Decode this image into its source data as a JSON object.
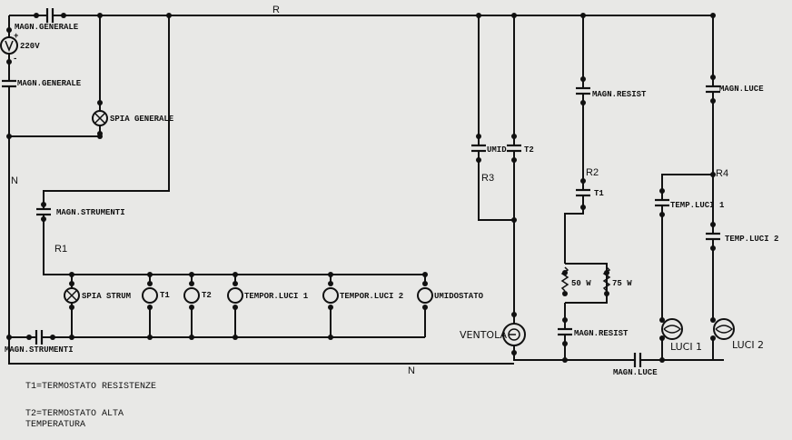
{
  "labels": {
    "line_r": "R",
    "neutral_left": "N",
    "neutral_bottom": "N",
    "magn_generale_top": "MAGN.GENERALE",
    "magn_generale_left": "MAGN.GENERALE",
    "voltage": "220V",
    "plus": "+",
    "minus": "-",
    "spia_generale": "SPIA GENERALE",
    "magn_strumenti_top": "MAGN.STRUMENTI",
    "magn_strumenti_bottom": "MAGN.STRUMENTI",
    "r1": "R1",
    "spia_strum": "SPIA STRUM",
    "t1_inst": "T1",
    "t2_inst": "T2",
    "tempor_luci_1": "TEMPOR.LUCI 1",
    "tempor_luci_2": "TEMPOR.LUCI 2",
    "umidostato": "UMIDOSTATO",
    "umid": "UMID.",
    "t2_contact": "T2",
    "r3": "R3",
    "ventola": "VENTOLA",
    "magn_resist_top": "MAGN.RESIST",
    "r2": "R2",
    "t1_contact": "T1",
    "res_50": "50 W",
    "res_75": "75 W",
    "magn_resist_bottom": "MAGN.RESIST",
    "magn_luce_top": "MAGN.LUCE",
    "r4": "R4",
    "temp_luci_1": "TEMP.LUCI 1",
    "temp_luci_2": "TEMP.LUCI 2",
    "luci_1": "LUCI 1",
    "luci_2": "LUCI 2",
    "magn_luce_bottom": "MAGN.LUCE"
  },
  "legend": {
    "t1": "T1=TERMOSTATO RESISTENZE",
    "t2_line1": "T2=TERMOSTATO ALTA",
    "t2_line2": "TEMPERATURA"
  }
}
